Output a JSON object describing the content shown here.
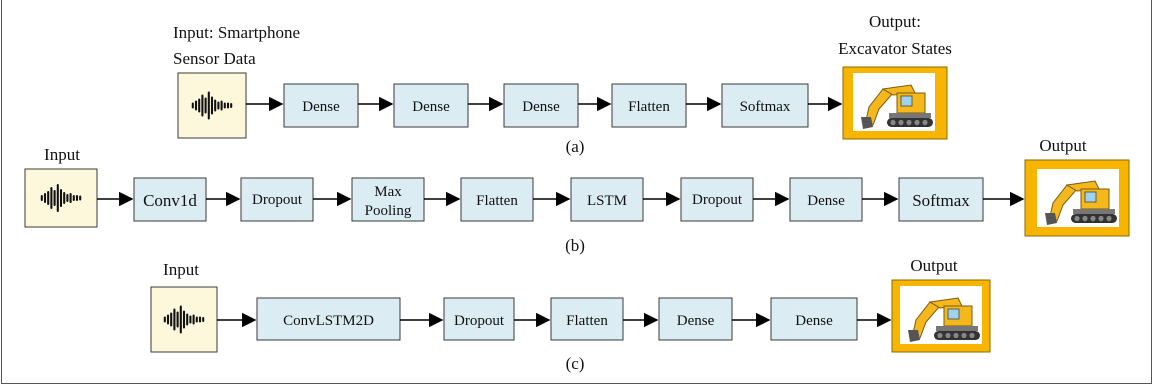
{
  "colors": {
    "box_fill": "#dbecf3",
    "box_stroke": "#3a3a3a",
    "input_fill": "#fdf8dc",
    "output_frame": "#f7b500",
    "excavator_body": "#f5b81c",
    "arrow": "#000000"
  },
  "icons": {
    "input": "waveform-icon",
    "output": "excavator-icon"
  },
  "diagrams": {
    "a": {
      "input_label": [
        "Input: Smartphone",
        "Sensor Data"
      ],
      "output_label": [
        "Output:",
        "Excavator States"
      ],
      "layers": [
        [
          "Dense"
        ],
        [
          "Dense"
        ],
        [
          "Dense"
        ],
        [
          "Flatten"
        ],
        [
          "Softmax"
        ]
      ],
      "caption": "(a)"
    },
    "b": {
      "input_label": [
        "Input"
      ],
      "output_label": [
        "Output"
      ],
      "layers": [
        [
          "Conv1d"
        ],
        [
          "Dropout"
        ],
        [
          "Max",
          "Pooling"
        ],
        [
          "Flatten"
        ],
        [
          "LSTM"
        ],
        [
          "Dropout"
        ],
        [
          "Dense"
        ],
        [
          "Softmax"
        ]
      ],
      "caption": "(b)"
    },
    "c": {
      "input_label": [
        "Input"
      ],
      "output_label": [
        "Output"
      ],
      "layers": [
        [
          "ConvLSTM2D"
        ],
        [
          "Dropout"
        ],
        [
          "Flatten"
        ],
        [
          "Dense"
        ],
        [
          "Dense"
        ]
      ],
      "caption": "(c)"
    }
  }
}
